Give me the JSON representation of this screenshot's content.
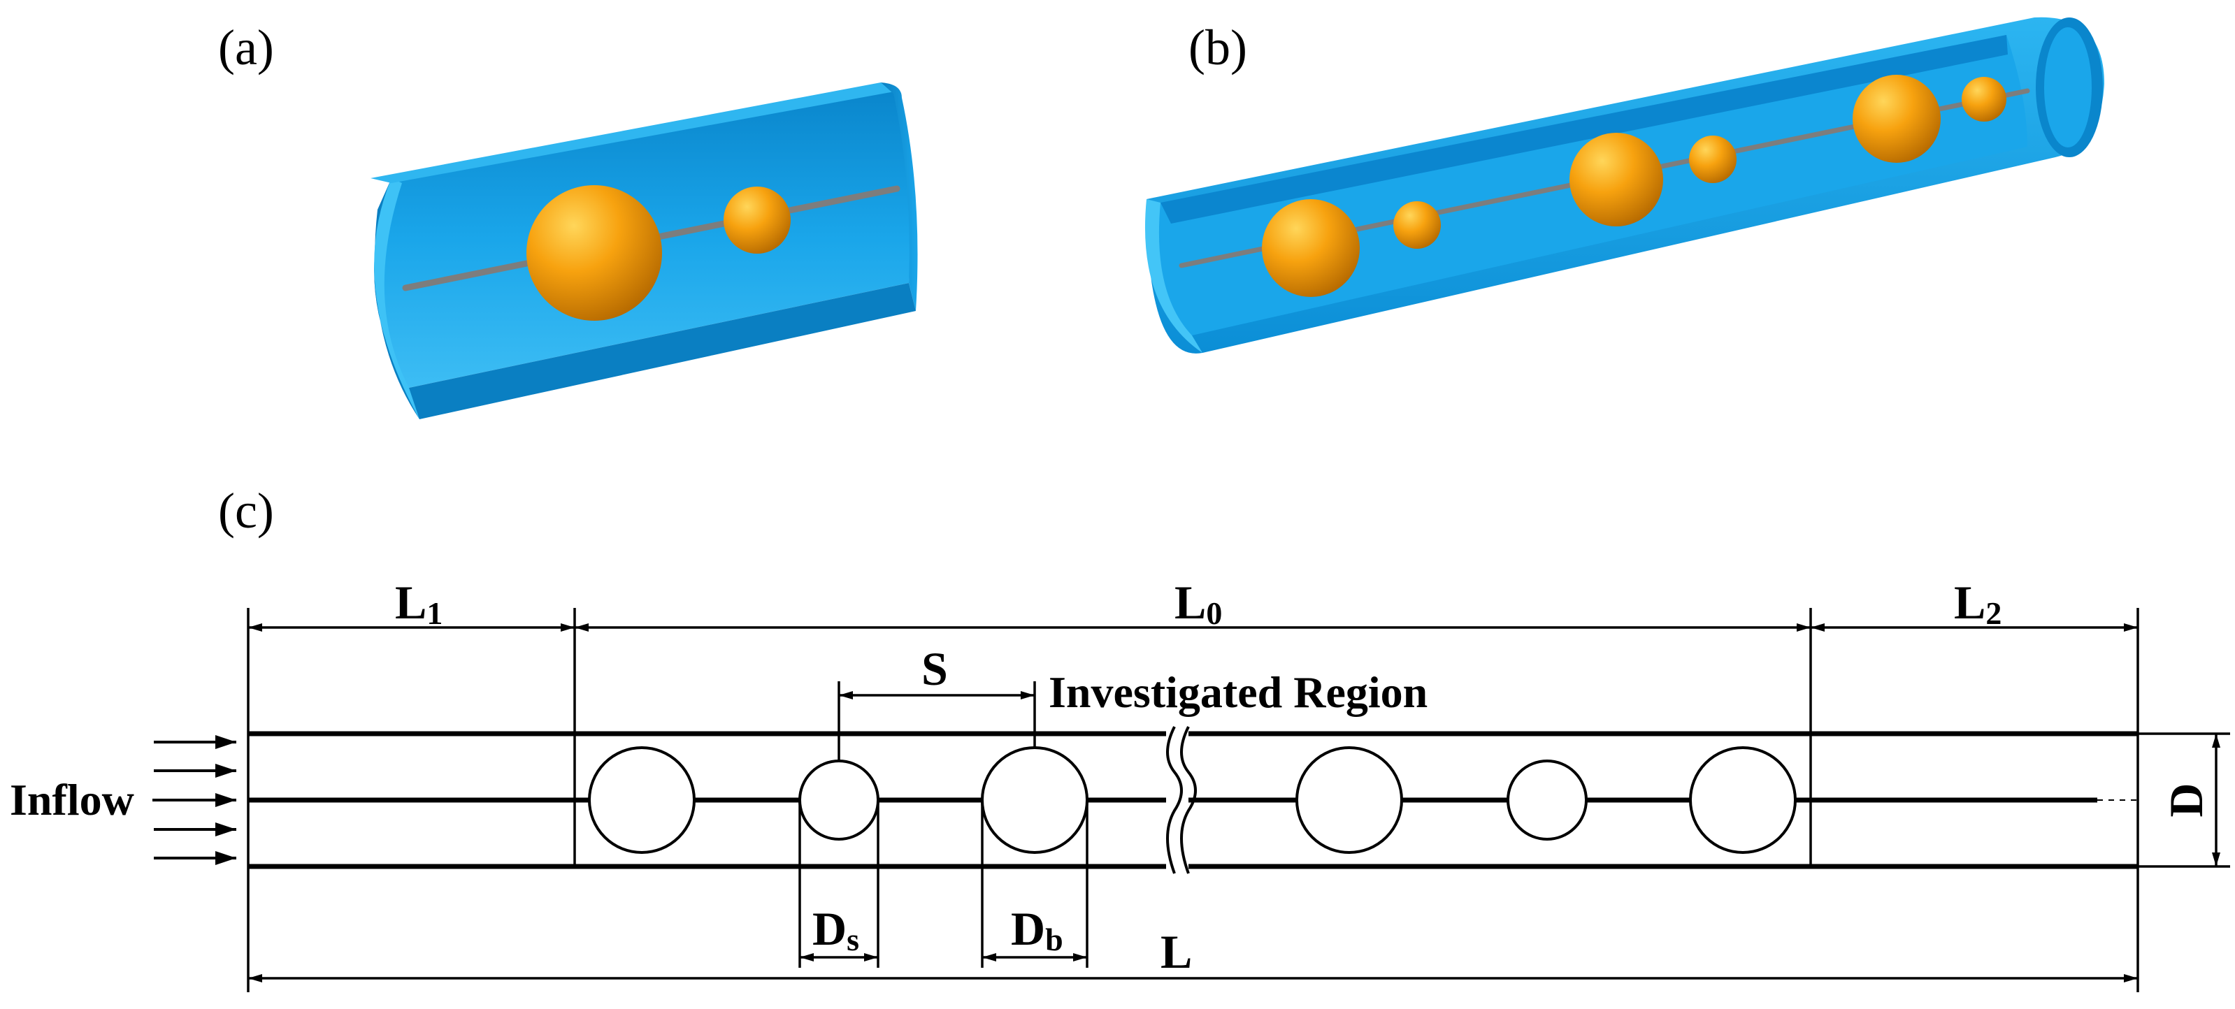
{
  "panels": {
    "a": "(a)",
    "b": "(b)",
    "c": "(c)"
  },
  "colors": {
    "pipe_blue": "#1aa6ea",
    "pipe_light": "#55c8f5",
    "pipe_dark": "#0a7fc2",
    "sphere_orange": "#f7a20f",
    "rod_gray": "#7d7d7d"
  },
  "labels": {
    "L1": {
      "main": "L",
      "sub": "1"
    },
    "L0": {
      "main": "L",
      "sub": "0"
    },
    "L2": {
      "main": "L",
      "sub": "2"
    },
    "S": "S",
    "investigated_region": "Investigated Region",
    "inflow": "Inflow",
    "Ds": {
      "main": "D",
      "sub": "s"
    },
    "Db": {
      "main": "D",
      "sub": "b"
    },
    "D": "D",
    "L": "L"
  }
}
